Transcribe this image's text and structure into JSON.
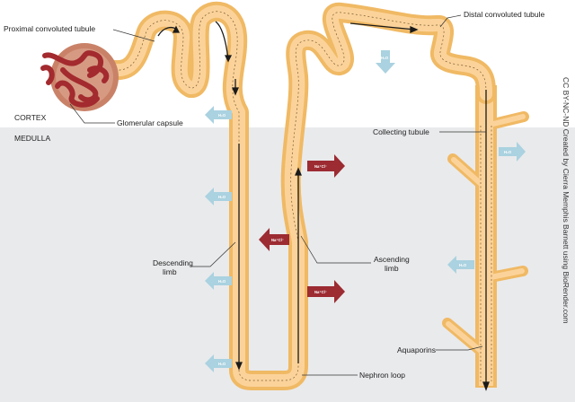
{
  "regions": {
    "cortex": "CORTEX",
    "medulla": "MEDULLA"
  },
  "labels": {
    "proximal": "Proximal convoluted tubule",
    "glomerular": "Glomerular capsule",
    "distal": "Distal convoluted tubule",
    "collecting": "Collecting tubule",
    "ascending_1": "Ascending",
    "ascending_2": "limb",
    "descending_1": "Descending",
    "descending_2": "limb",
    "aquaporins": "Aquaporins",
    "loop": "Nephron loop"
  },
  "markers": {
    "water": "H₂O",
    "salt": "Na⁺Cl⁻"
  },
  "credit": "CC BY-NC-ND Created by Cierra Memphis Barnett using BioRender.com",
  "colors": {
    "cortex_bg": "#ffffff",
    "medulla_bg": "#e9eaec",
    "tubule_outer": "#f0b964",
    "tubule_inner": "#fbd39a",
    "water_arrow": "#aad2e0",
    "salt_arrow": "#9c2b32",
    "capsule": "#c98268",
    "glomerulus": "#a32a2e"
  }
}
